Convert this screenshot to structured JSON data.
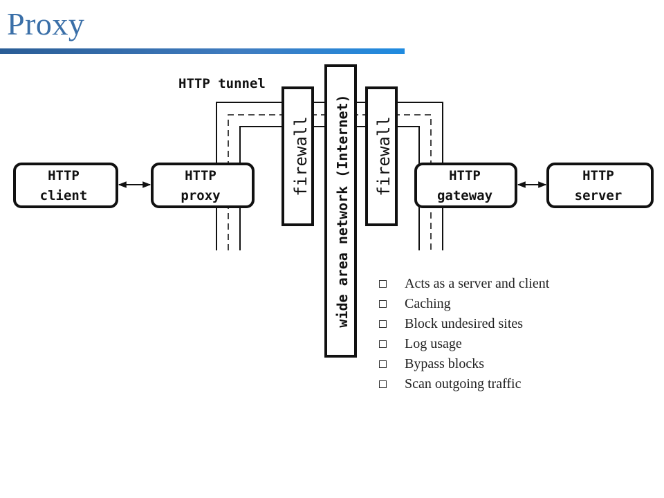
{
  "title": "Proxy",
  "diagram": {
    "tunnel_label": "HTTP tunnel",
    "nodes": {
      "client": [
        "HTTP",
        "client"
      ],
      "proxy": [
        "HTTP",
        "proxy"
      ],
      "gateway": [
        "HTTP",
        "gateway"
      ],
      "server": [
        "HTTP",
        "server"
      ]
    },
    "firewall_label": "firewall",
    "wan_label": "wide area network (Internet)"
  },
  "bullets": [
    "Acts as a server and client",
    "Caching",
    "Block undesired sites",
    "Log usage",
    "Bypass blocks",
    "Scan outgoing traffic"
  ],
  "colors": {
    "title": "#3a6fa8",
    "rule": "#2a5d96"
  }
}
